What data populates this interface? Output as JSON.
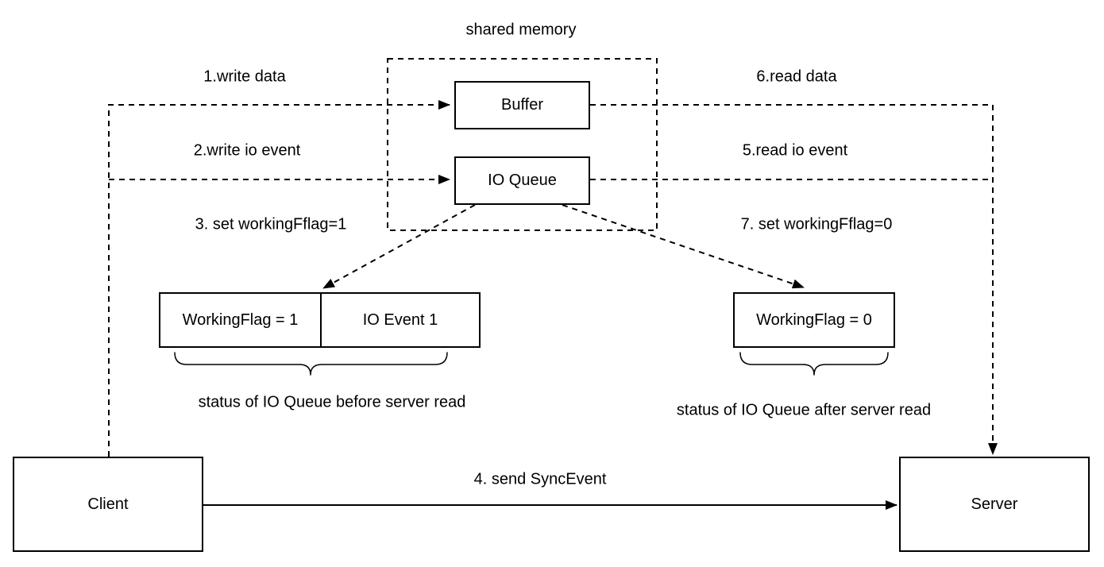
{
  "diagram": {
    "title": "shared memory",
    "nodes": {
      "buffer": "Buffer",
      "io_queue": "IO Queue",
      "client": "Client",
      "server": "Server"
    },
    "status_before": {
      "working_flag": "WorkingFlag = 1",
      "io_event": "IO Event 1",
      "caption": "status of IO Queue before server read"
    },
    "status_after": {
      "working_flag": "WorkingFlag = 0",
      "caption": "status of IO Queue after server read"
    },
    "steps": {
      "step1": "1.write data",
      "step2": "2.write io event",
      "step3": "3. set workingFflag=1",
      "step4": "4. send SyncEvent",
      "step5": "5.read io event",
      "step6": "6.read data",
      "step7": "7. set workingFflag=0"
    },
    "colors": {
      "stroke": "#000000",
      "background": "#ffffff",
      "text": "#000000"
    }
  }
}
